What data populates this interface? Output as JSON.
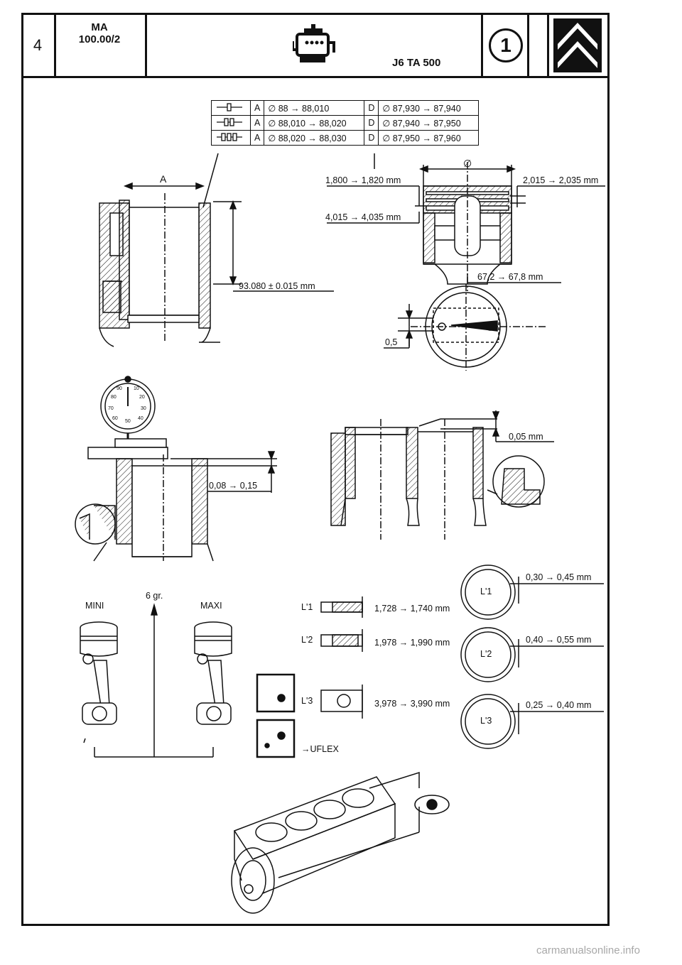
{
  "header": {
    "page_number": "4",
    "doc_code_line1": "MA",
    "doc_code_line2": "100.00/2",
    "engine_code": "J6 TA 500",
    "section_number": "1",
    "engine_icon": "engine-icon",
    "brand_logo": "citroen-double-chevron-logo"
  },
  "liner_table": {
    "rows": [
      {
        "marks": "one-band",
        "a_label": "A",
        "a_range": "∅ 88         → 88,010",
        "d_label": "D",
        "d_range": "∅ 87,930 → 87,940"
      },
      {
        "marks": "two-bands",
        "a_label": "A",
        "a_range": "∅ 88,010 → 88,020",
        "d_label": "D",
        "d_range": "∅ 87,940 → 87,950"
      },
      {
        "marks": "three-bands",
        "a_label": "A",
        "a_range": "∅ 88,020 → 88,030",
        "d_label": "D",
        "d_range": "∅ 87,950 → 87,960"
      }
    ]
  },
  "liner": {
    "a_label": "A",
    "height": "93.080 ± 0.015 mm"
  },
  "piston": {
    "diameter_symbol": "∅",
    "groove_1": "1,800 → 1,820 mm",
    "groove_2": "2,015 → 2,035 mm",
    "groove_3": "4,015 → 4,035 mm",
    "compression_height": "67,2 → 67,8 mm",
    "offset": "0,5"
  },
  "liner_protrusion": {
    "value": "0,08 → 0,15",
    "dial_ticks": [
      "90",
      "10",
      "80",
      "20",
      "70",
      "30",
      "60",
      "40",
      "50"
    ]
  },
  "liner_step": {
    "value": "0,05 mm"
  },
  "weight_class": {
    "min_label": "MINI",
    "max_label": "MAXI",
    "tolerance": "6 gr."
  },
  "rings": [
    {
      "name": "L'1",
      "thickness": "1,728 → 1,740 mm",
      "gap": "0,30 → 0,45 mm"
    },
    {
      "name": "L'2",
      "thickness": "1,978 → 1,990 mm",
      "gap": "0,40 → 0,55 mm"
    },
    {
      "name": "L'3",
      "thickness": "3,978 → 3,990 mm",
      "gap": "0,25 → 0,40 mm"
    }
  ],
  "uflex_label": "UFLEX",
  "watermark": "carmanualsonline.info"
}
